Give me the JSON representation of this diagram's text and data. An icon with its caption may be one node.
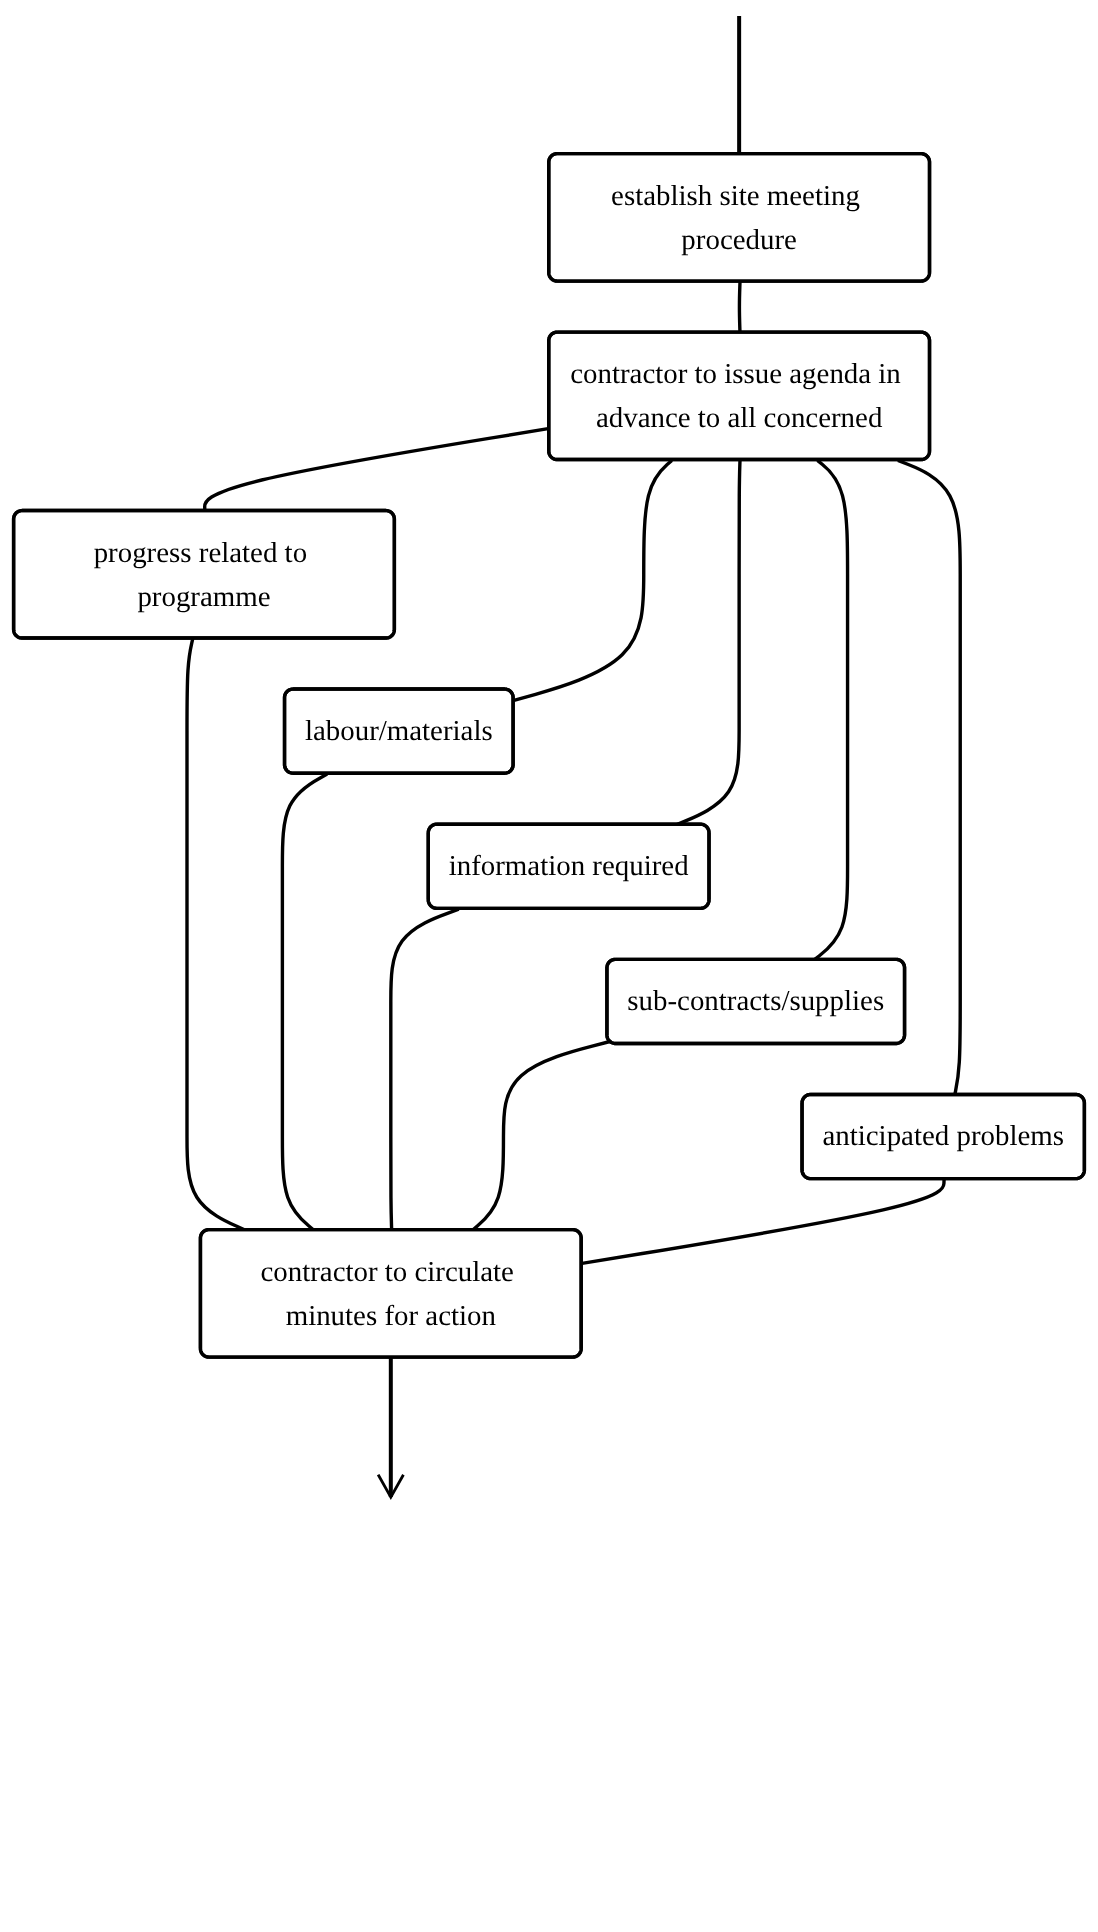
{
  "diagram": {
    "nodes": [
      {
        "text": [
          "establish site meeting procedure"
        ]
      },
      {
        "text": [
          "contractor to issue agenda in advance to all concerned"
        ]
      },
      {
        "text": [
          "progress related to programme"
        ]
      },
      {
        "text": [
          "labour/materials"
        ]
      },
      {
        "text": [
          "information required"
        ]
      },
      {
        "text": [
          "sub-contracts/supplies"
        ]
      },
      {
        "text": [
          "anticipated problems"
        ]
      },
      {
        "text": [
          "contractor to circulate minutes for action"
        ]
      }
    ],
    "edges": [
      {
        "from": null,
        "to": 0,
        "arrow": "none"
      },
      {
        "from": 0,
        "to": 1,
        "arrow": "none"
      },
      {
        "from": 1,
        "to": 2,
        "arrow": "none"
      },
      {
        "from": 1,
        "to": 3,
        "arrow": "none"
      },
      {
        "from": 1,
        "to": 4,
        "arrow": "none"
      },
      {
        "from": 1,
        "to": 5,
        "arrow": "none"
      },
      {
        "from": 1,
        "to": 6,
        "arrow": "none"
      },
      {
        "from": 2,
        "to": 7,
        "arrow": "none"
      },
      {
        "from": 3,
        "to": 7,
        "arrow": "none"
      },
      {
        "from": 4,
        "to": 7,
        "arrow": "none"
      },
      {
        "from": 5,
        "to": 7,
        "arrow": "none"
      },
      {
        "from": 6,
        "to": 7,
        "arrow": "none"
      },
      {
        "from": 7,
        "to": null,
        "arrow": "to"
      }
    ]
  }
}
